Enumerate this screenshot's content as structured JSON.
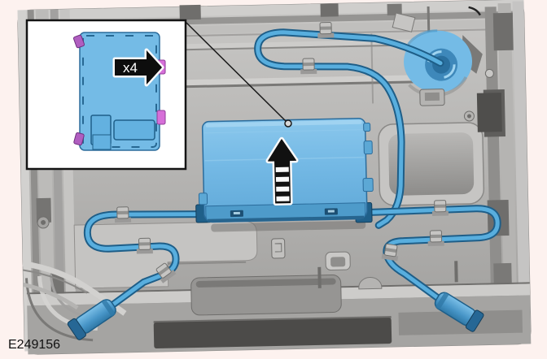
{
  "figure": {
    "type": "service-manual-illustration",
    "subject": "roof-panel-module-removal",
    "id_label": "E249156",
    "inset": {
      "quantity_label": "x4",
      "fastener_count": 4
    },
    "icons": {
      "removal_arrow": "striped-up-arrow",
      "fastener_arrow": "x4-right-arrow",
      "leader_dot": "callout-dot"
    },
    "colors": {
      "page_background": "#fdf2ef",
      "inset_background": "#ffffff",
      "outline": "#141414",
      "panel_gray": "#b3b2b0",
      "panel_gray_light": "#cdccca",
      "panel_gray_dark": "#7a7977",
      "highlight_blue": "#74bbe6",
      "highlight_blue_dark": "#2b6c9c",
      "cable_blue": "#58aede",
      "cable_blue_outline": "#1e5e88",
      "fastener_pink": "#d66fd8"
    }
  }
}
